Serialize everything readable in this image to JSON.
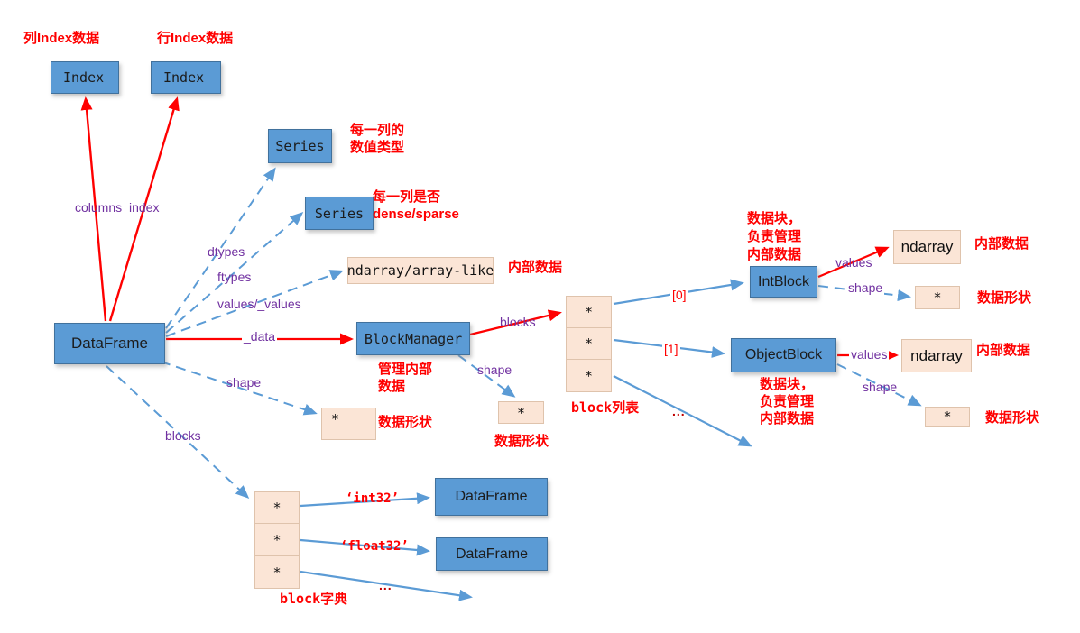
{
  "diagram": {
    "boxes": {
      "index_col": "Index",
      "index_row": "Index",
      "series_dtypes": "Series",
      "series_ftypes": "Series",
      "ndarray_arraylike": "ndarray/array-like",
      "blockmanager": "BlockManager",
      "dataframe": "DataFrame",
      "intblock": "IntBlock",
      "objectblock": "ObjectBlock",
      "intblock_ndarray": "ndarray",
      "objectblock_ndarray": "ndarray",
      "dataframe_int32": "DataFrame",
      "dataframe_float32": "DataFrame",
      "star": "*"
    },
    "edge_labels": {
      "columns": "columns",
      "index": "index",
      "dtypes": "dtypes",
      "ftypes": "ftypes",
      "values_values": "values/_values",
      "data": "_data",
      "shape_df": "shape",
      "blocks_df": "blocks",
      "blocks_bm": "blocks",
      "shape_bm": "shape",
      "idx0": "[0]",
      "idx1": "[1]",
      "values_int": "values",
      "shape_int": "shape",
      "values_obj": "values",
      "shape_obj": "shape",
      "int32": "‘int32’",
      "float32": "‘float32’",
      "ellipsis": "..."
    },
    "notes": {
      "col_index": "列Index数据",
      "row_index": "行Index数据",
      "series_dtypes": [
        "每一列的",
        "数值类型"
      ],
      "series_ftypes": [
        "每一列是否",
        "dense/sparse"
      ],
      "ndarray_note": "内部数据",
      "blockmanager_note": [
        "管理内部",
        "数据"
      ],
      "df_shape_note": "数据形状",
      "bm_shape_note": "数据形状",
      "blocklist_caption": "block列表",
      "intblock_note": [
        "数据块，",
        "负责管理",
        "内部数据"
      ],
      "int_ndarray_note": "内部数据",
      "int_shape_note": "数据形状",
      "objectblock_note": [
        "数据块，",
        "负责管理",
        "内部数据"
      ],
      "obj_ndarray_note": "内部数据",
      "obj_shape_note": "数据形状",
      "blockdict_caption": "block字典"
    },
    "colors": {
      "node_fill": "#5B9BD5",
      "node_border": "#41719C",
      "cell_fill": "#FBE5D6",
      "cell_border": "#DFC3AC",
      "annotation_red": "#FF0000",
      "edge_label_purple": "#7030A0",
      "arrow_blue": "#5B9BD5",
      "arrow_red": "#FF0000",
      "ellipsis_red": "#C00000"
    }
  }
}
